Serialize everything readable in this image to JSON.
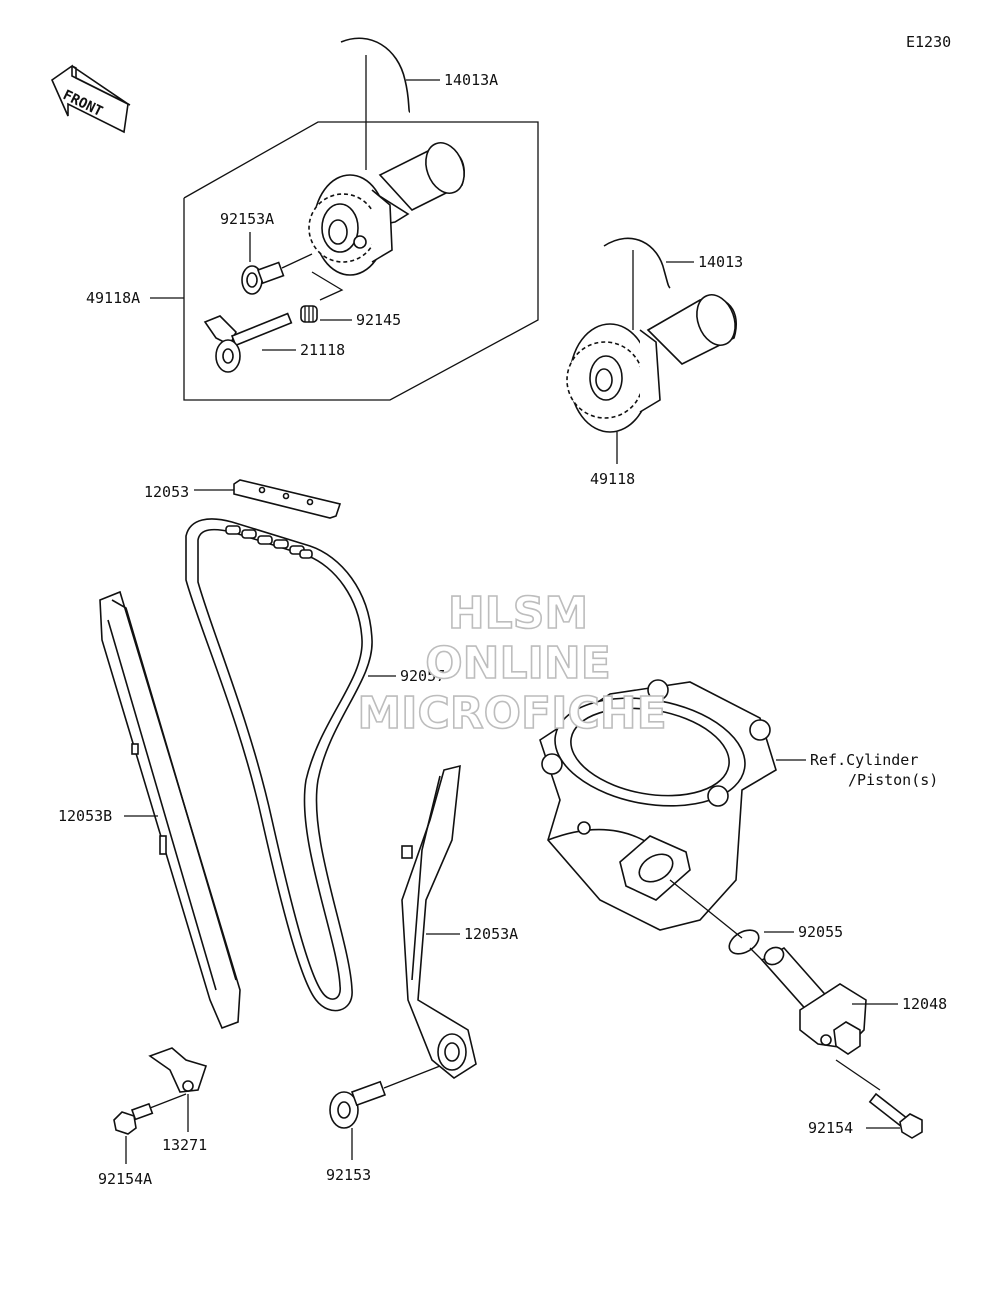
{
  "diagram_code": "E1230",
  "front_label": "FRONT",
  "watermark": [
    "HLSM",
    "ONLINE",
    "MICROFICHE"
  ],
  "reference_note": [
    "Ref.Cylinder",
    "/Piston(s)"
  ],
  "parts": {
    "p14013A": "14013A",
    "p92153A": "92153A",
    "p49118A": "49118A",
    "p92145": "92145",
    "p21118": "21118",
    "p14013": "14013",
    "p49118": "49118",
    "p12053": "12053",
    "p92057": "92057",
    "p12053B": "12053B",
    "p12053A": "12053A",
    "p92055": "92055",
    "p12048": "12048",
    "p92154": "92154",
    "p13271": "13271",
    "p92154A": "92154A",
    "p92153": "92153"
  },
  "icons": [
    "front-arrow-icon",
    "intake-cam-icon",
    "exhaust-cam-icon",
    "cam-chain-icon",
    "cylinder-icon",
    "tensioner-icon"
  ]
}
